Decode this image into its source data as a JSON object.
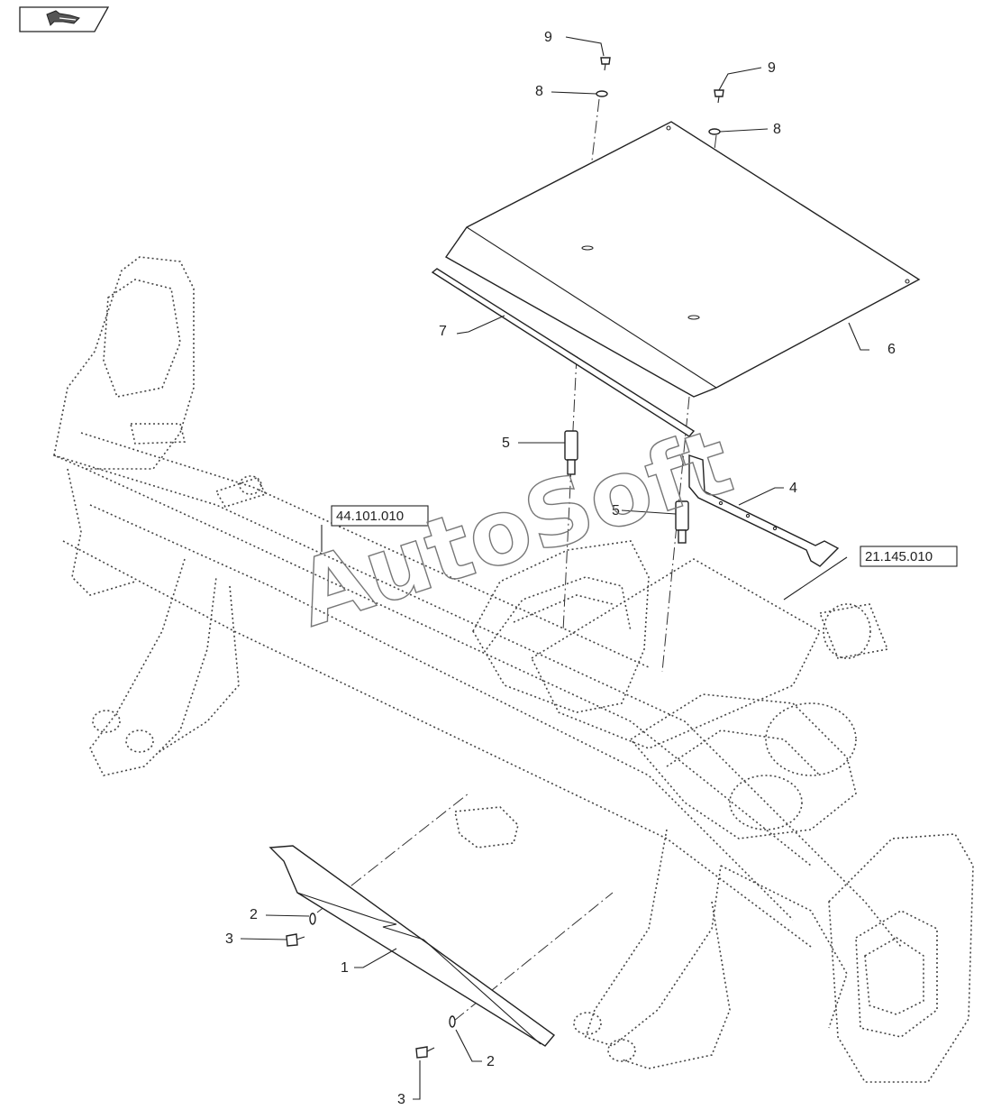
{
  "nav": {
    "icon": "back-arrow-icon"
  },
  "callouts": [
    "1",
    "2",
    "2",
    "3",
    "3",
    "4",
    "5",
    "5",
    "6",
    "7",
    "8",
    "8",
    "9",
    "9"
  ],
  "references": {
    "ref_left": "44.101.010",
    "ref_right": "21.145.010"
  },
  "watermark": "AutoSoft"
}
